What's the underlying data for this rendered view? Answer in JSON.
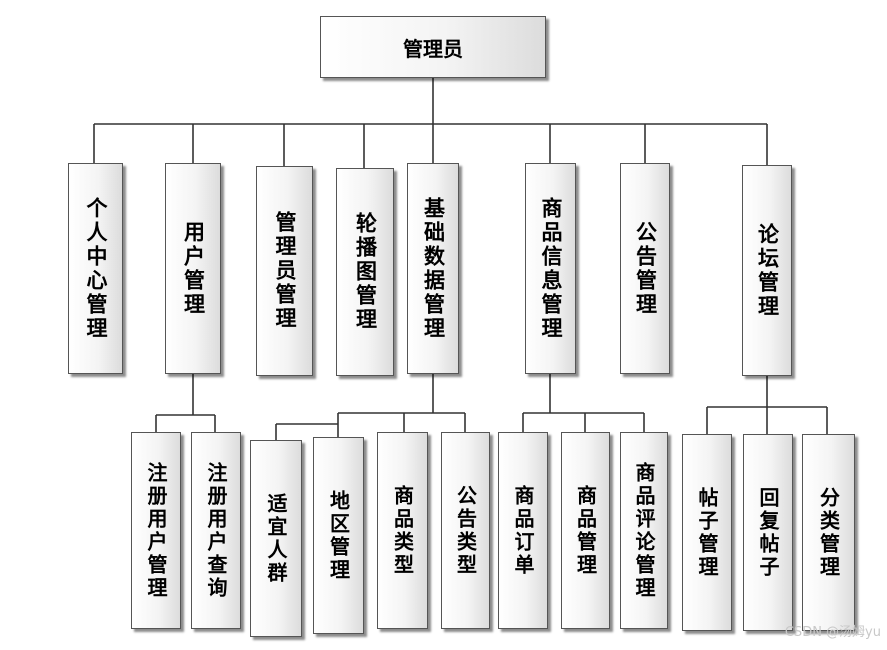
{
  "root": {
    "label": "管理员"
  },
  "level2": [
    {
      "id": "personal",
      "label": "个人中心管理"
    },
    {
      "id": "user",
      "label": "用户管理"
    },
    {
      "id": "admin",
      "label": "管理员管理"
    },
    {
      "id": "carousel",
      "label": "轮播图管理"
    },
    {
      "id": "basedata",
      "label": "基础数据管理"
    },
    {
      "id": "product",
      "label": "商品信息管理"
    },
    {
      "id": "notice",
      "label": "公告管理"
    },
    {
      "id": "forum",
      "label": "论坛管理"
    }
  ],
  "level3": [
    {
      "parent": "user",
      "label": "注册用户管理"
    },
    {
      "parent": "user",
      "label": "注册用户查询"
    },
    {
      "parent": "basedata",
      "label": "适宜人群"
    },
    {
      "parent": "basedata",
      "label": "地区管理"
    },
    {
      "parent": "basedata",
      "label": "商品类型"
    },
    {
      "parent": "basedata",
      "label": "公告类型"
    },
    {
      "parent": "product",
      "label": "商品订单"
    },
    {
      "parent": "product",
      "label": "商品管理"
    },
    {
      "parent": "product",
      "label": "商品评论管理"
    },
    {
      "parent": "forum",
      "label": "帖子管理"
    },
    {
      "parent": "forum",
      "label": "回复帖子"
    },
    {
      "parent": "forum",
      "label": "分类管理"
    }
  ],
  "watermark": "CSDN @汤姆yu",
  "colors": {
    "line": "#333333",
    "box_border": "#555555",
    "text": "#000000"
  }
}
